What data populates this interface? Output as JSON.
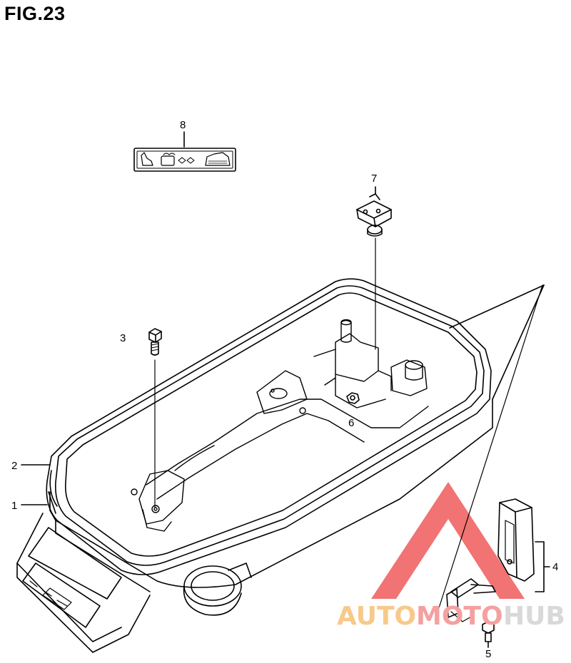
{
  "figure": {
    "title": "FIG.23"
  },
  "callouts": [
    {
      "id": "1",
      "label": "1"
    },
    {
      "id": "2",
      "label": "2"
    },
    {
      "id": "3",
      "label": "3"
    },
    {
      "id": "4",
      "label": "4"
    },
    {
      "id": "5",
      "label": "5"
    },
    {
      "id": "6",
      "label": "6"
    },
    {
      "id": "7",
      "label": "7"
    },
    {
      "id": "8",
      "label": "8"
    }
  ],
  "watermark": {
    "part1": "AUTO",
    "part2": "MOTO",
    "part3": "HUB",
    "colors": {
      "logo": "#ef5b5b",
      "auto": "#f7c98a",
      "moto": "#f5a0a0",
      "hub": "#d9d9d9"
    }
  }
}
